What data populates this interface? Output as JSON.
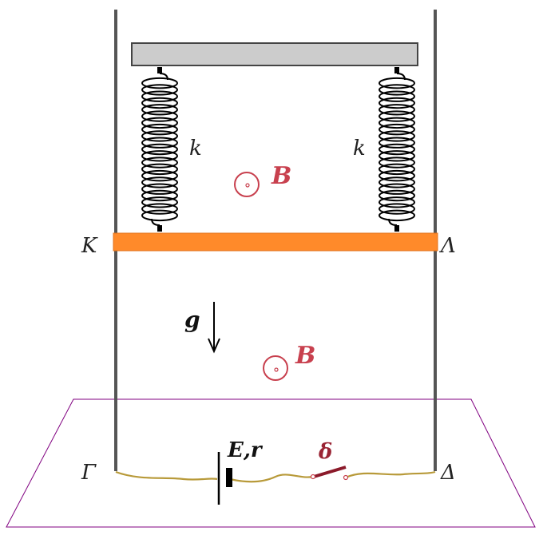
{
  "labels": {
    "k_left": "k",
    "k_right": "k",
    "B_upper": "B",
    "B_lower": "B",
    "g": "g",
    "K": "K",
    "Lambda": "Λ",
    "Gamma": "Γ",
    "Delta": "Δ",
    "battery": "E,r",
    "switch": "δ"
  },
  "colors": {
    "rail": "#555555",
    "top_bar": "#cccccc",
    "rod": "#ff8a2a",
    "field_marker": "#c8404e",
    "wire": "#b89a3a",
    "switch": "#8b1a2a",
    "plane": "#800080"
  }
}
